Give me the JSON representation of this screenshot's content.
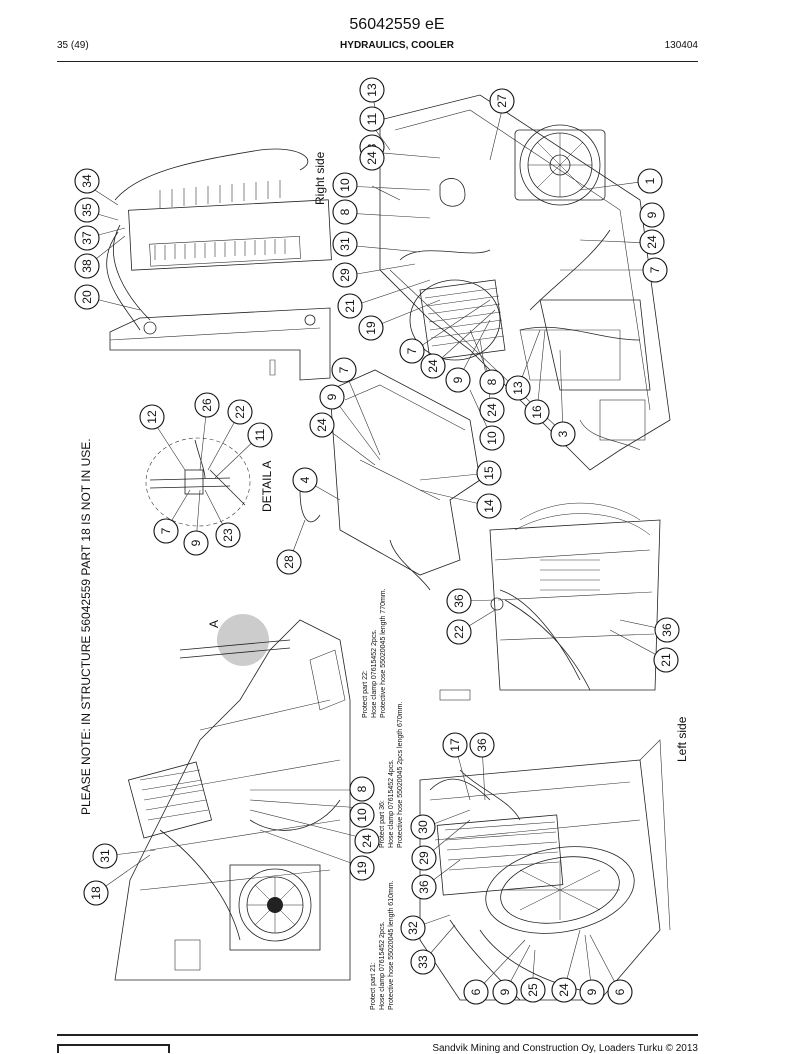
{
  "header": {
    "doc_number": "56042559 eE",
    "page": "35 (49)",
    "section": "HYDRAULICS, COOLER",
    "code": "130404"
  },
  "footer": {
    "copyright": "Sandvik Mining and Construction Oy, Loaders Turku © 2013"
  },
  "notes": {
    "structure_note": "PLEASE NOTE: IN STRUCTURE 56042559 PART 18 IS NOT IN USE.",
    "right_side": "Right side",
    "left_side": "Left side",
    "detail_a": "DETAIL A",
    "detail_marker": "A",
    "protect21": [
      "Protect part 21:",
      "Hose clamp 07615452 2pcs.",
      "Protective hose 55020045 length 610mm."
    ],
    "protect36": [
      "Protect part 36:",
      "Hose clamp 07615452 4pcs.",
      "Protective hose 55020045 2pcs length 670mm."
    ],
    "protect22": [
      "Protect part 22:",
      "Hose clamp 07615452 2pcs.",
      "Protective hose 55020045 length 770mm."
    ]
  },
  "callouts": [
    "13",
    "27",
    "11",
    "8",
    "24",
    "1",
    "10",
    "8",
    "9",
    "24",
    "31",
    "7",
    "29",
    "21",
    "19",
    "34",
    "35",
    "37",
    "38",
    "20",
    "7",
    "24",
    "9",
    "8",
    "24",
    "13",
    "16",
    "10",
    "3",
    "12",
    "26",
    "22",
    "11",
    "7",
    "9",
    "23",
    "7",
    "9",
    "24",
    "15",
    "14",
    "4",
    "28",
    "36",
    "22",
    "36",
    "21",
    "17",
    "36",
    "8",
    "10",
    "30",
    "24",
    "29",
    "19",
    "36",
    "18",
    "31",
    "32",
    "33",
    "6",
    "9",
    "25",
    "24",
    "9",
    "6"
  ]
}
